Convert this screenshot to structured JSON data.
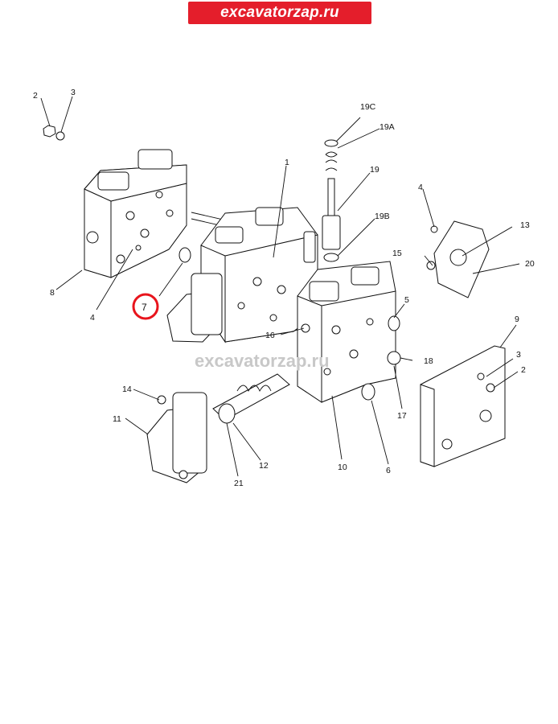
{
  "banner": {
    "text": "excavatorzap.ru",
    "color": "#e41e2b"
  },
  "watermark": "excavatorzap.ru",
  "highlight": {
    "label": "7",
    "color": "#e8141c"
  },
  "callouts": {
    "c1": "1",
    "c2a": "2",
    "c3a": "3",
    "c4a": "4",
    "c4b": "4",
    "c5": "5",
    "c6": "6",
    "c8": "8",
    "c9": "9",
    "c2b": "2",
    "c3b": "3",
    "c10": "10",
    "c11": "11",
    "c12": "12",
    "c13": "13",
    "c14": "14",
    "c15": "15",
    "c16": "16",
    "c17": "17",
    "c18": "18",
    "c19": "19",
    "c19a": "19A",
    "c19b": "19B",
    "c19c": "19C",
    "c20": "20",
    "c21": "21"
  }
}
